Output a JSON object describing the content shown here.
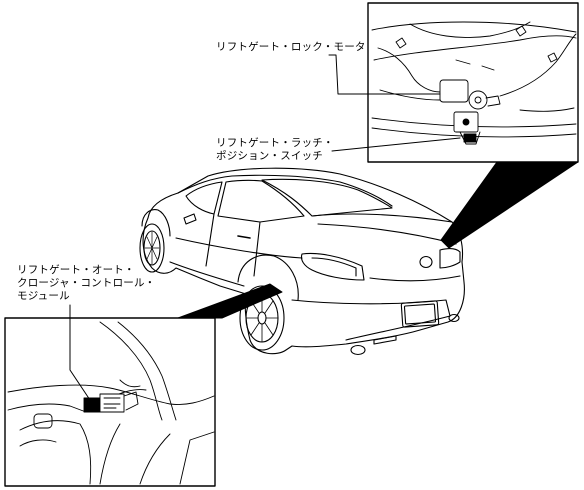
{
  "callouts": {
    "lock_motor": {
      "lines": [
        "リフトゲート・ロック・モータ"
      ]
    },
    "latch_switch": {
      "lines": [
        "リフトゲート・ラッチ・",
        "ポジション・スイッチ"
      ]
    },
    "closure_module": {
      "lines": [
        "リフトゲート・オート・",
        "クロージャ・コントロール・",
        "モジュール"
      ]
    }
  },
  "colors": {
    "line": "#000000",
    "background": "#ffffff"
  }
}
